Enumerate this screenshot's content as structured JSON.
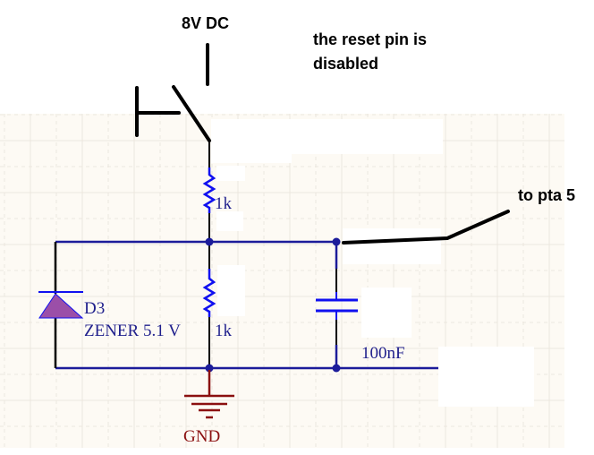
{
  "annotations": {
    "supply_label": "8V DC",
    "note_line1": "the reset pin is",
    "note_line2": "disabled",
    "output_label": "to pta 5"
  },
  "components": {
    "r_top": {
      "type": "resistor",
      "value": "1k"
    },
    "r_bottom": {
      "type": "resistor",
      "value": "1k"
    },
    "diode": {
      "type": "zener-diode",
      "designator": "D3",
      "value": "ZENER 5.1 V"
    },
    "capacitor": {
      "type": "capacitor",
      "value": "100nF"
    },
    "ground": {
      "type": "power-port",
      "label": "GND"
    },
    "switch": {
      "type": "push-switch"
    }
  },
  "colors": {
    "sheet": "#fdfaf4",
    "grid": "#ece8df",
    "wire": "#1c1c9a",
    "component": "#1010f0",
    "pin": "#000000",
    "diode_fill": "#9b4fa8",
    "ground": "#8b1010",
    "annotation": "#000000"
  }
}
